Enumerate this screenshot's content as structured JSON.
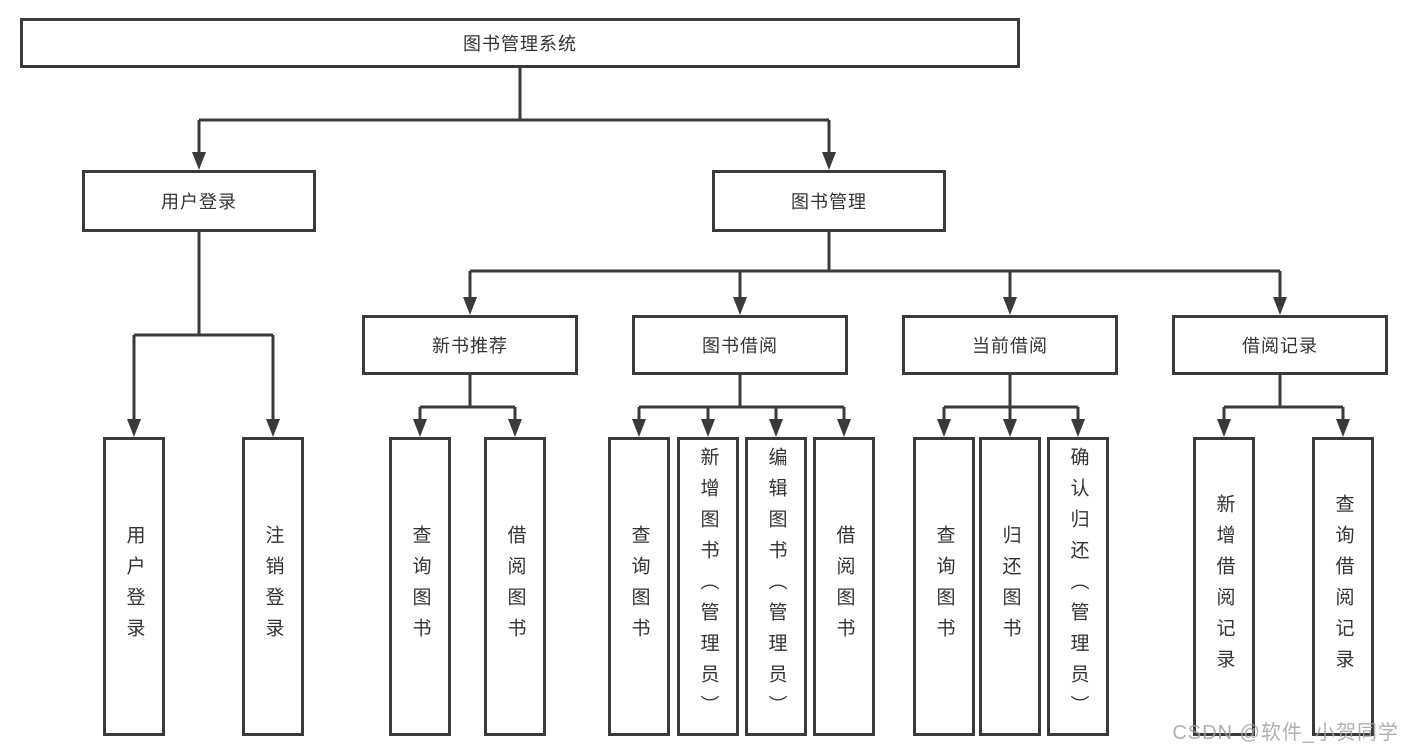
{
  "diagram": {
    "root": {
      "label": "图书管理系统"
    },
    "branches": [
      {
        "label": "用户登录",
        "children": [
          {
            "label": "用户登录"
          },
          {
            "label": "注销登录"
          }
        ]
      },
      {
        "label": "图书管理",
        "children": [
          {
            "label": "新书推荐",
            "children": [
              {
                "label": "查询图书"
              },
              {
                "label": "借阅图书"
              }
            ]
          },
          {
            "label": "图书借阅",
            "children": [
              {
                "label": "查询图书"
              },
              {
                "label": "新增图书（管理员）"
              },
              {
                "label": "编辑图书（管理员）"
              },
              {
                "label": "借阅图书"
              }
            ]
          },
          {
            "label": "当前借阅",
            "children": [
              {
                "label": "查询图书"
              },
              {
                "label": "归还图书"
              },
              {
                "label": "确认归还（管理员）"
              }
            ]
          },
          {
            "label": "借阅记录",
            "children": [
              {
                "label": "新增借阅记录"
              },
              {
                "label": "查询借阅记录"
              }
            ]
          }
        ]
      }
    ]
  },
  "watermark": {
    "text": "CSDN @软件_小贺同学",
    "color": "#a3a3a3"
  },
  "colors": {
    "line": "#3a3a3a",
    "box_border": "#3a3a3a",
    "text": "#333333",
    "background": "#ffffff"
  }
}
